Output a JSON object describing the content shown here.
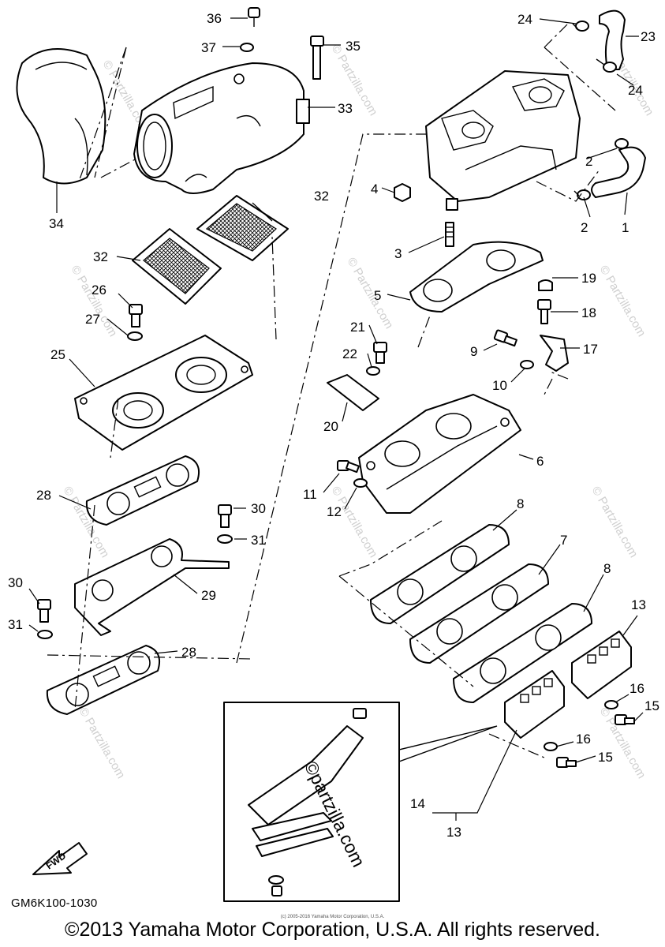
{
  "callouts": {
    "c1": "1",
    "c2a": "2",
    "c2b": "2",
    "c3": "3",
    "c4": "4",
    "c5": "5",
    "c6": "6",
    "c7": "7",
    "c8a": "8",
    "c8b": "8",
    "c9": "9",
    "c10": "10",
    "c11": "11",
    "c12": "12",
    "c13a": "13",
    "c13b": "13",
    "c14": "14",
    "c15a": "15",
    "c15b": "15",
    "c16a": "16",
    "c16b": "16",
    "c17": "17",
    "c18": "18",
    "c19": "19",
    "c20": "20",
    "c21": "21",
    "c22": "22",
    "c23": "23",
    "c24a": "24",
    "c24b": "24",
    "c25": "25",
    "c26": "26",
    "c27": "27",
    "c28a": "28",
    "c28b": "28",
    "c29": "29",
    "c30a": "30",
    "c30b": "30",
    "c31a": "31",
    "c31b": "31",
    "c32a": "32",
    "c32b": "32",
    "c33": "33",
    "c34": "34",
    "c35": "35",
    "c36": "36",
    "c37": "37"
  },
  "fwd_label": "FWD",
  "catalog_code": "GM6K100-1030",
  "overlay_watermark": "©partzilla.com",
  "background_watermark": "© Partzilla.com",
  "small_copyright": "(c) 2005-2016 Yamaha Motor Corporation, U.S.A.",
  "copyright": "©2013 Yamaha Motor Corporation, U.S.A. All rights reserved."
}
